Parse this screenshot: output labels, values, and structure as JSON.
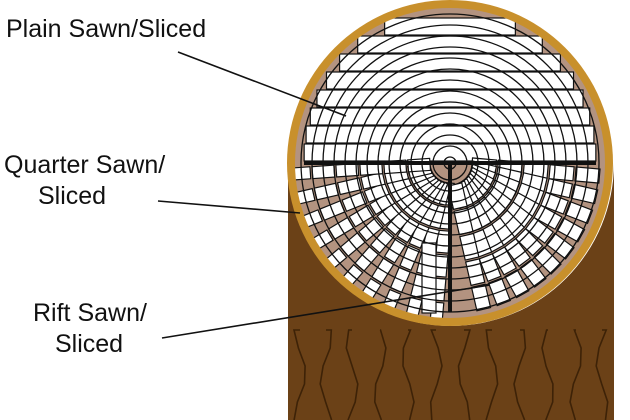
{
  "labels": {
    "plain": {
      "line1": "Plain Sawn/Sliced"
    },
    "quarter": {
      "line1": "Quarter Sawn/",
      "line2": "Sliced"
    },
    "rift": {
      "line1": "Rift Sawn/",
      "line2": "Sliced"
    }
  },
  "colors": {
    "log_body": "#6b4117",
    "bark_ring": "#c8902c",
    "face": "#b39380",
    "board": "#ffffff",
    "line": "#111111",
    "grain": "#3d2207"
  }
}
